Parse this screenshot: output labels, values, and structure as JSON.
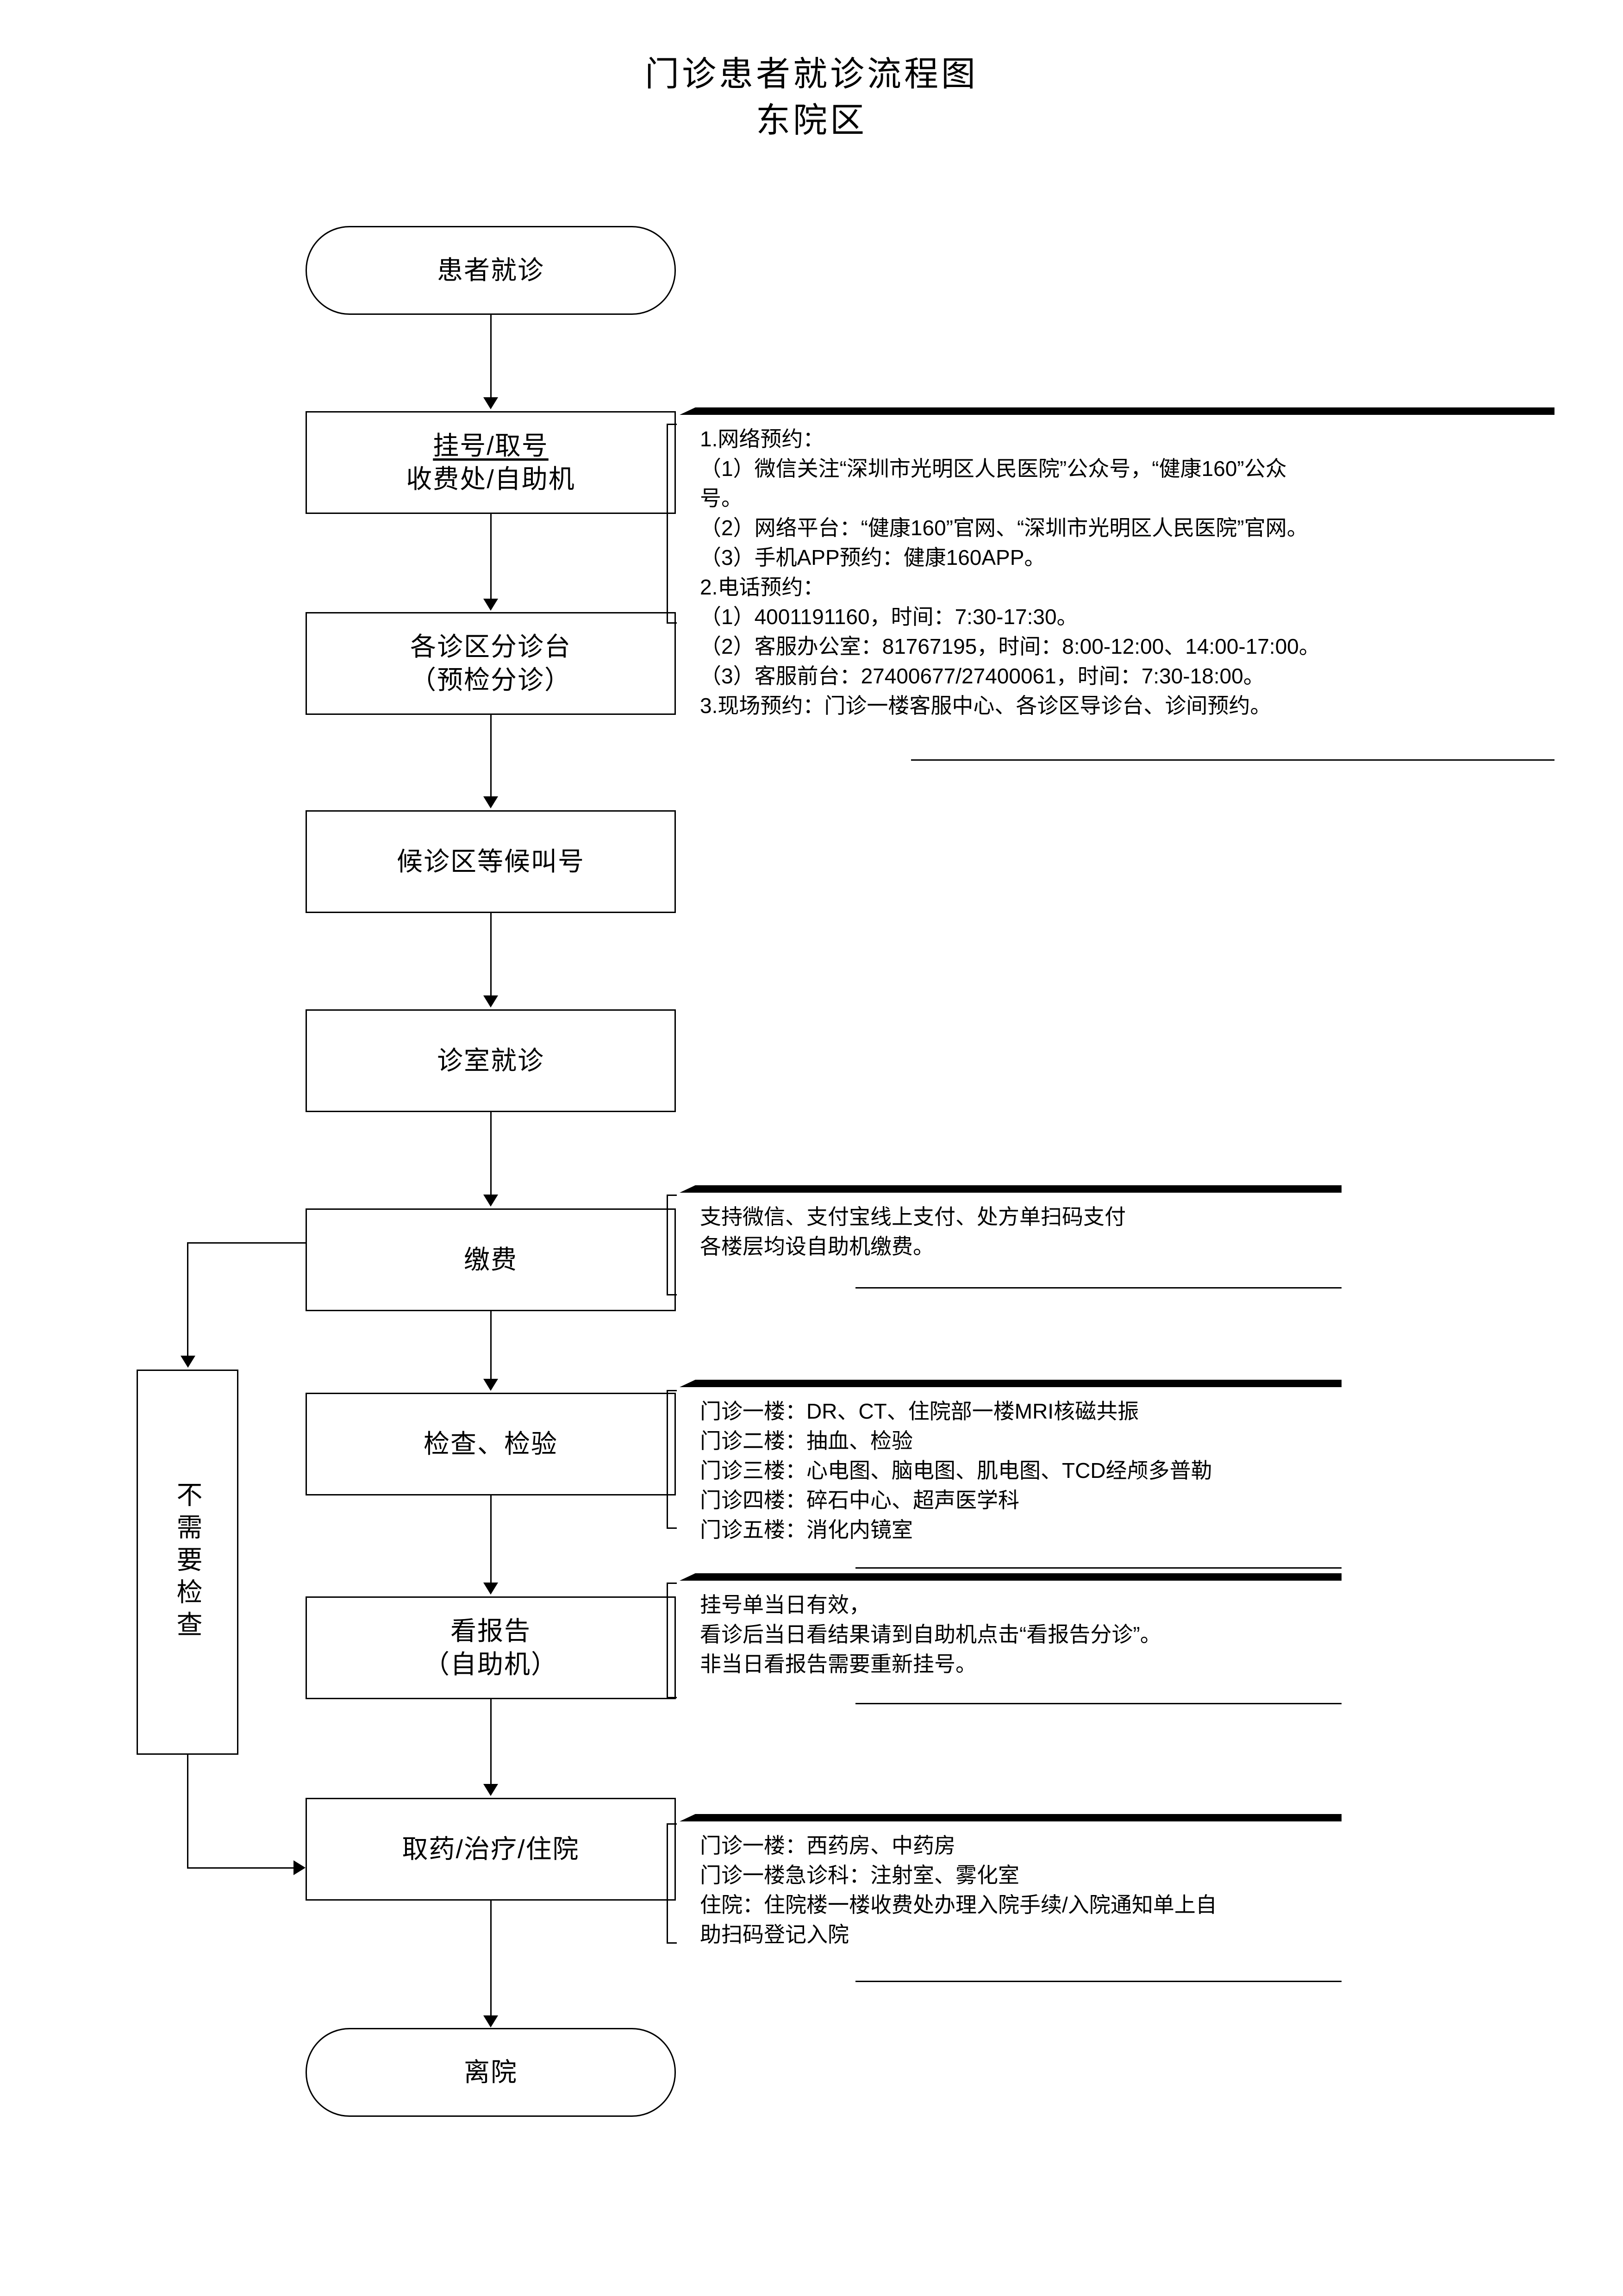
{
  "title": {
    "line1": "门诊患者就诊流程图",
    "line2": "东院区"
  },
  "flow": {
    "nodes": [
      {
        "id": "patient-visit",
        "shape": "stadium",
        "lines": [
          "患者就诊"
        ]
      },
      {
        "id": "registration",
        "shape": "rect",
        "lines": [
          "挂号/取号",
          "收费处/自助机"
        ]
      },
      {
        "id": "triage-desk",
        "shape": "rect",
        "lines": [
          "各诊区分诊台",
          "（预检分诊）"
        ]
      },
      {
        "id": "waiting-area",
        "shape": "rect",
        "lines": [
          "候诊区等候叫号"
        ]
      },
      {
        "id": "consulting-room",
        "shape": "rect",
        "lines": [
          "诊室就诊"
        ]
      },
      {
        "id": "payment",
        "shape": "rect",
        "lines": [
          "缴费"
        ]
      },
      {
        "id": "examination",
        "shape": "rect",
        "lines": [
          "检查、检验"
        ]
      },
      {
        "id": "view-report",
        "shape": "rect",
        "lines": [
          "看报告",
          "（自助机）"
        ]
      },
      {
        "id": "medicine",
        "shape": "rect",
        "lines": [
          "取药/治疗/住院"
        ]
      },
      {
        "id": "discharge",
        "shape": "stadium",
        "lines": [
          "离院"
        ]
      }
    ],
    "bypass": {
      "id": "no-exam-needed",
      "text": "不需要检查"
    }
  },
  "annotations": [
    {
      "id": "registration-note",
      "lines": [
        "1.网络预约：",
        "（1）微信关注“深圳市光明区人民医院”公众号，“健康160”公众",
        "号。",
        "（2）网络平台：“健康160”官网、“深圳市光明区人民医院”官网。",
        "（3）手机APP预约：健康160APP。",
        "2.电话预约：",
        "（1）4001191160，时间：7:30-17:30。",
        "（2）客服办公室：81767195，时间：8:00-12:00、14:00-17:00。",
        "（3）客服前台：27400677/27400061，时间：7:30-18:00。",
        "3.现场预约：门诊一楼客服中心、各诊区导诊台、诊间预约。"
      ]
    },
    {
      "id": "payment-note",
      "lines": [
        "支持微信、支付宝线上支付、处方单扫码支付",
        "各楼层均设自助机缴费。"
      ]
    },
    {
      "id": "examination-note",
      "lines": [
        "门诊一楼：DR、CT、住院部一楼MRI核磁共振",
        "门诊二楼：抽血、检验",
        "门诊三楼：心电图、脑电图、肌电图、TCD经颅多普勒",
        "门诊四楼：碎石中心、超声医学科",
        "门诊五楼：消化内镜室"
      ]
    },
    {
      "id": "view-report-note",
      "lines": [
        "挂号单当日有效，",
        "看诊后当日看结果请到自助机点击“看报告分诊”。",
        "非当日看报告需要重新挂号。"
      ]
    },
    {
      "id": "medicine-note",
      "lines": [
        "门诊一楼：西药房、中药房",
        "门诊一楼急诊科：注射室、雾化室",
        "住院：住院楼一楼收费处办理入院手续/入院通知单上自",
        "助扫码登记入院"
      ]
    }
  ],
  "colors": {
    "ink": "#000000",
    "paper": "#ffffff"
  }
}
